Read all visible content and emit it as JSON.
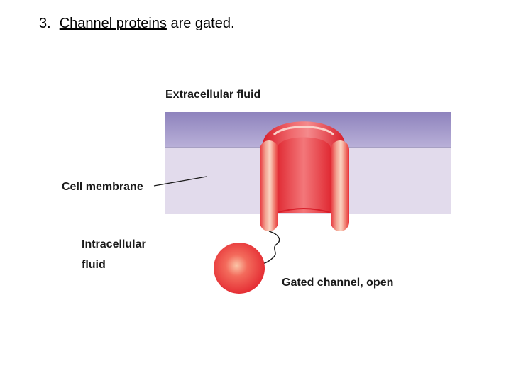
{
  "heading": {
    "number": "3.",
    "emphasis": "Channel proteins",
    "rest": " are gated."
  },
  "labels": {
    "extracellular": "Extracellular fluid",
    "membrane": "Cell membrane",
    "intracellular_line1": "Intracellular",
    "intracellular_line2": "fluid",
    "channel": "Gated channel, open"
  },
  "colors": {
    "extracellular_band": "#9b8fc4",
    "membrane_band": "#e2dbec",
    "channel_red": "#e8313a",
    "channel_light": "#f7c4b3",
    "gate_ball": "#f04a4f"
  }
}
